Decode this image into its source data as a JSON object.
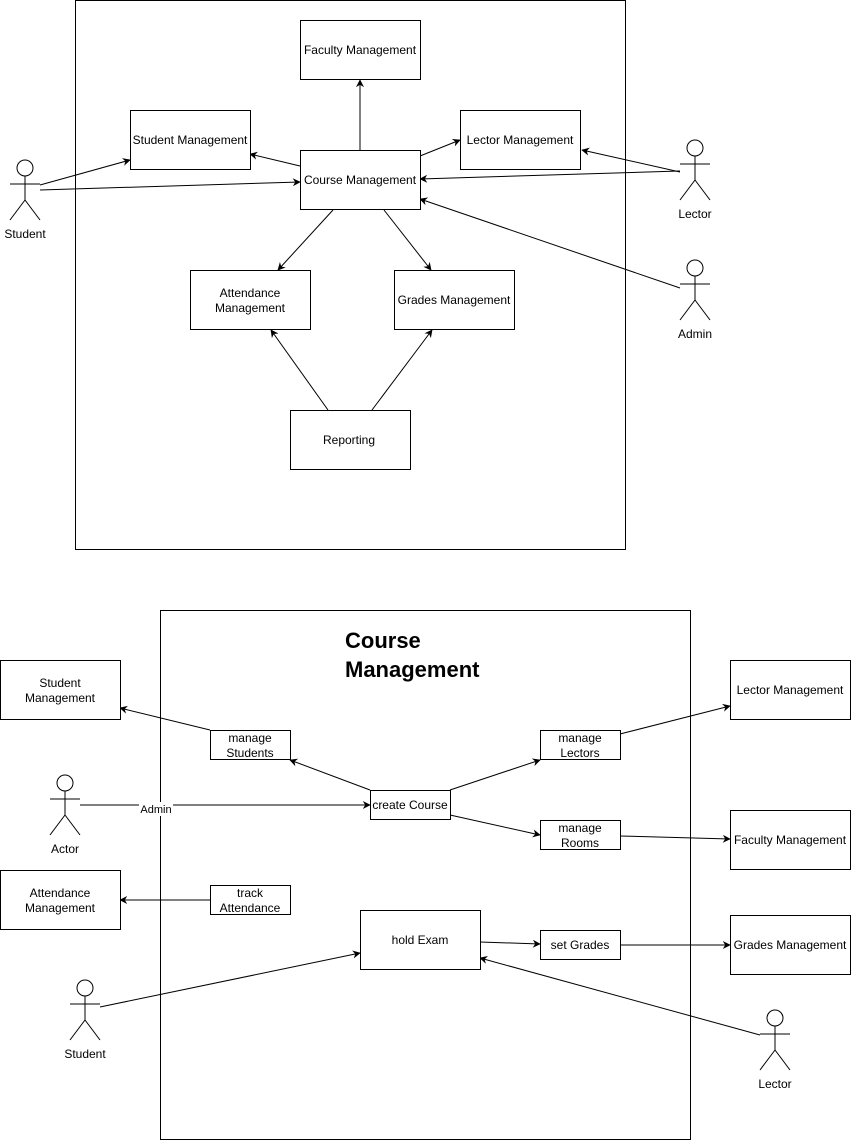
{
  "diagram1": {
    "nodes": {
      "faculty": "Faculty Management",
      "student": "Student Management",
      "lector": "Lector Management",
      "course": "Course Management",
      "attendance": [
        "Attendance",
        "Management"
      ],
      "grades": "Grades Management",
      "reporting": "Reporting"
    },
    "actors": {
      "student": "Student",
      "lector": "Lector",
      "admin": "Admin"
    }
  },
  "diagram2": {
    "title": [
      "Course",
      "Management"
    ],
    "nodes": {
      "student_mgmt": [
        "Student",
        "Management"
      ],
      "attendance_mgmt": [
        "Attendance",
        "Management"
      ],
      "lector_mgmt": "Lector Management",
      "faculty_mgmt": "Faculty Management",
      "grades_mgmt": "Grades Management",
      "manage_students": [
        "manage",
        "Students"
      ],
      "manage_lectors": [
        "manage",
        "Lectors"
      ],
      "create_course": "create Course",
      "manage_rooms": [
        "manage",
        "Rooms"
      ],
      "track_attendance": [
        "track",
        "Attendance"
      ],
      "hold_exam": "hold Exam",
      "set_grades": "set Grades"
    },
    "edge_labels": {
      "admin": "Admin"
    },
    "actors": {
      "actor": "Actor",
      "student": "Student",
      "lector": "Lector"
    }
  }
}
